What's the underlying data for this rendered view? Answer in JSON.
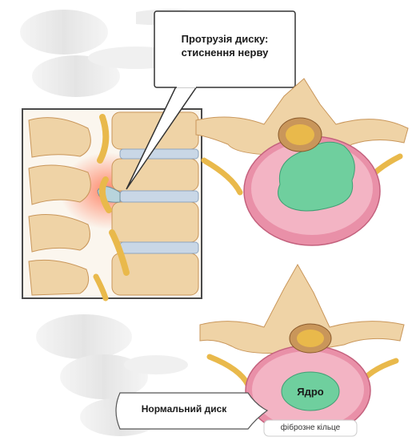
{
  "labels": {
    "protrusion_line1": "Протрузія диску:",
    "protrusion_line2": "стиснення нерву",
    "normal_disc": "Нормальний диск",
    "nucleus": "Ядро",
    "annulus": "фіброзне кільце"
  },
  "colors": {
    "bone": "#efd3a6",
    "bone_dark": "#c9965a",
    "disc_pink": "#e990a8",
    "nucleus_green": "#6fcf9e",
    "nerve_yellow": "#e9b94b",
    "ghost_spine": "#e6e6e6"
  }
}
